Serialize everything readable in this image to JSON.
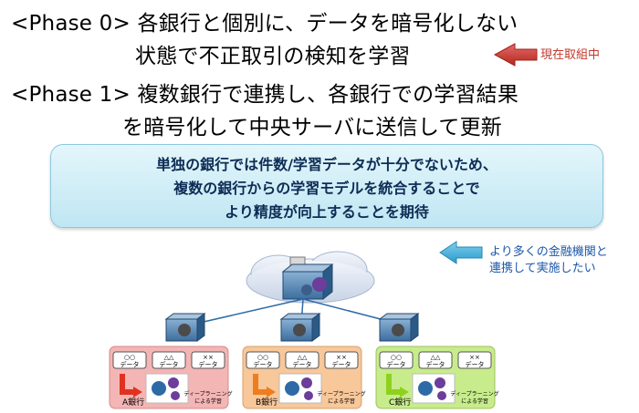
{
  "phases": {
    "line1": "<Phase 0> 各銀行と個別に、データを暗号化しない",
    "line2": "状態で不正取引の検知を学習",
    "line3": "<Phase 1> 複数銀行で連携し、各銀行での学習結果",
    "line4": "を暗号化して中央サーバに送信して更新"
  },
  "status_callout": "現在取組中",
  "highlight_box": {
    "line1": "単独の銀行では件数/学習データが十分でないため、",
    "line2": "複数の銀行からの学習モデルを統合することで",
    "line3": "より精度が向上することを期待"
  },
  "side_note": {
    "line1": "より多くの金融機関と",
    "line2": "連携して実施したい"
  },
  "banks": [
    {
      "name": "A銀行",
      "data_labels": [
        [
          "○○",
          "データ"
        ],
        [
          "△△",
          "データ"
        ],
        [
          "××",
          "データ"
        ]
      ],
      "dl_label": [
        "ディープラーニング",
        "による学習"
      ],
      "color": "#f4b5b5"
    },
    {
      "name": "B銀行",
      "data_labels": [
        [
          "○○",
          "データ"
        ],
        [
          "△△",
          "データ"
        ],
        [
          "××",
          "データ"
        ]
      ],
      "dl_label": [
        "ディープラーニング",
        "による学習"
      ],
      "color": "#f8c79a"
    },
    {
      "name": "C銀行",
      "data_labels": [
        [
          "○○",
          "データ"
        ],
        [
          "△△",
          "データ"
        ],
        [
          "××",
          "データ"
        ]
      ],
      "dl_label": [
        "ディープラーニング",
        "による学習"
      ],
      "color": "#c8ec8c"
    }
  ],
  "colors": {
    "callout_arrow": "#c0392b",
    "box_text": "#0d2c55",
    "note_text": "#1b57a8",
    "server_blue": "#2e6aa6"
  }
}
